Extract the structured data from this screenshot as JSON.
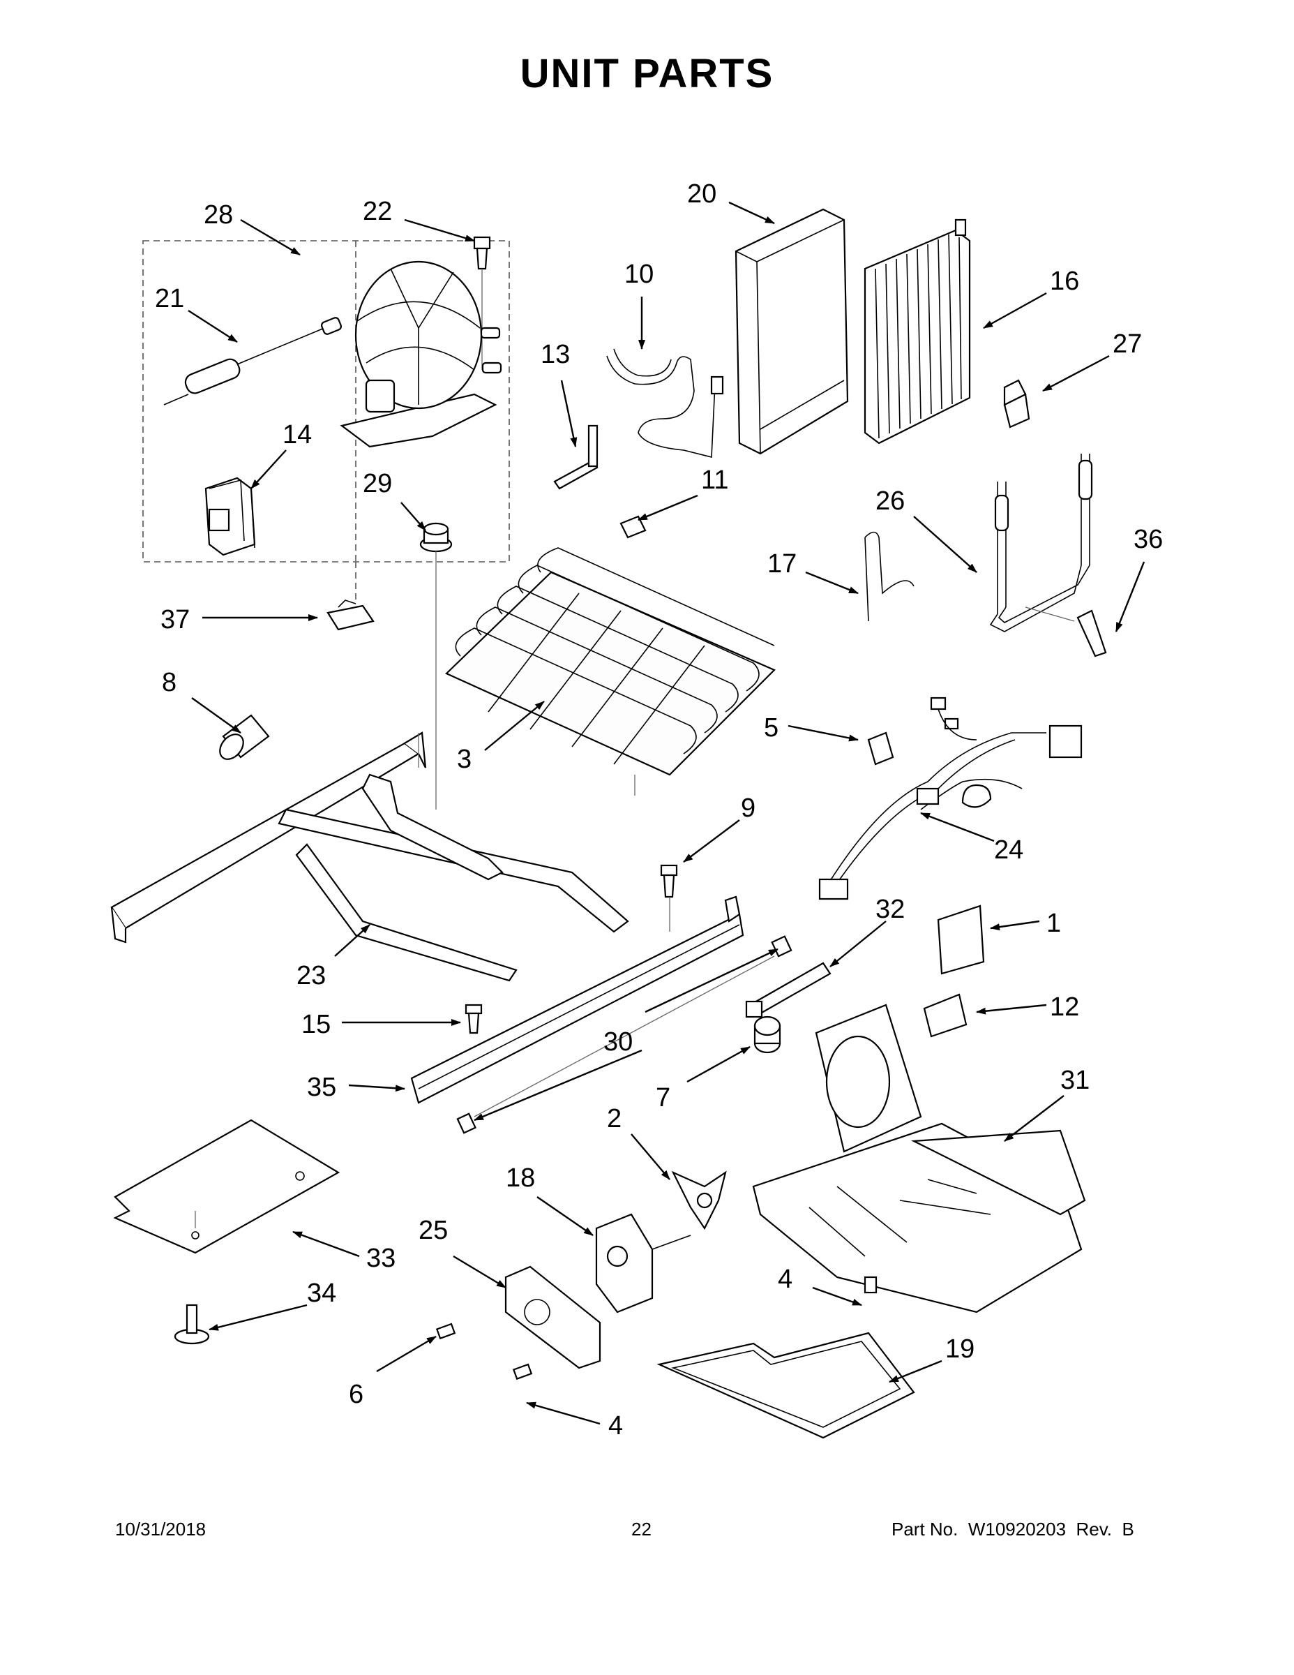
{
  "title": "UNIT  PARTS",
  "footer": {
    "date": "10/31/2018",
    "page": "22",
    "part_no": "Part No.  W10920203  Rev.  B"
  },
  "callouts": {
    "c1": "1",
    "c2": "2",
    "c3": "3",
    "c4a": "4",
    "c4b": "4",
    "c5": "5",
    "c6": "6",
    "c7": "7",
    "c8": "8",
    "c9": "9",
    "c10": "10",
    "c11": "11",
    "c12": "12",
    "c13": "13",
    "c14": "14",
    "c15": "15",
    "c16": "16",
    "c17": "17",
    "c18": "18",
    "c19": "19",
    "c20": "20",
    "c21": "21",
    "c22": "22",
    "c23": "23",
    "c24": "24",
    "c25": "25",
    "c26": "26",
    "c27": "27",
    "c28": "28",
    "c29": "29",
    "c30": "30",
    "c31": "31",
    "c32": "32",
    "c33": "33",
    "c34": "34",
    "c35": "35",
    "c36": "36",
    "c37": "37"
  }
}
